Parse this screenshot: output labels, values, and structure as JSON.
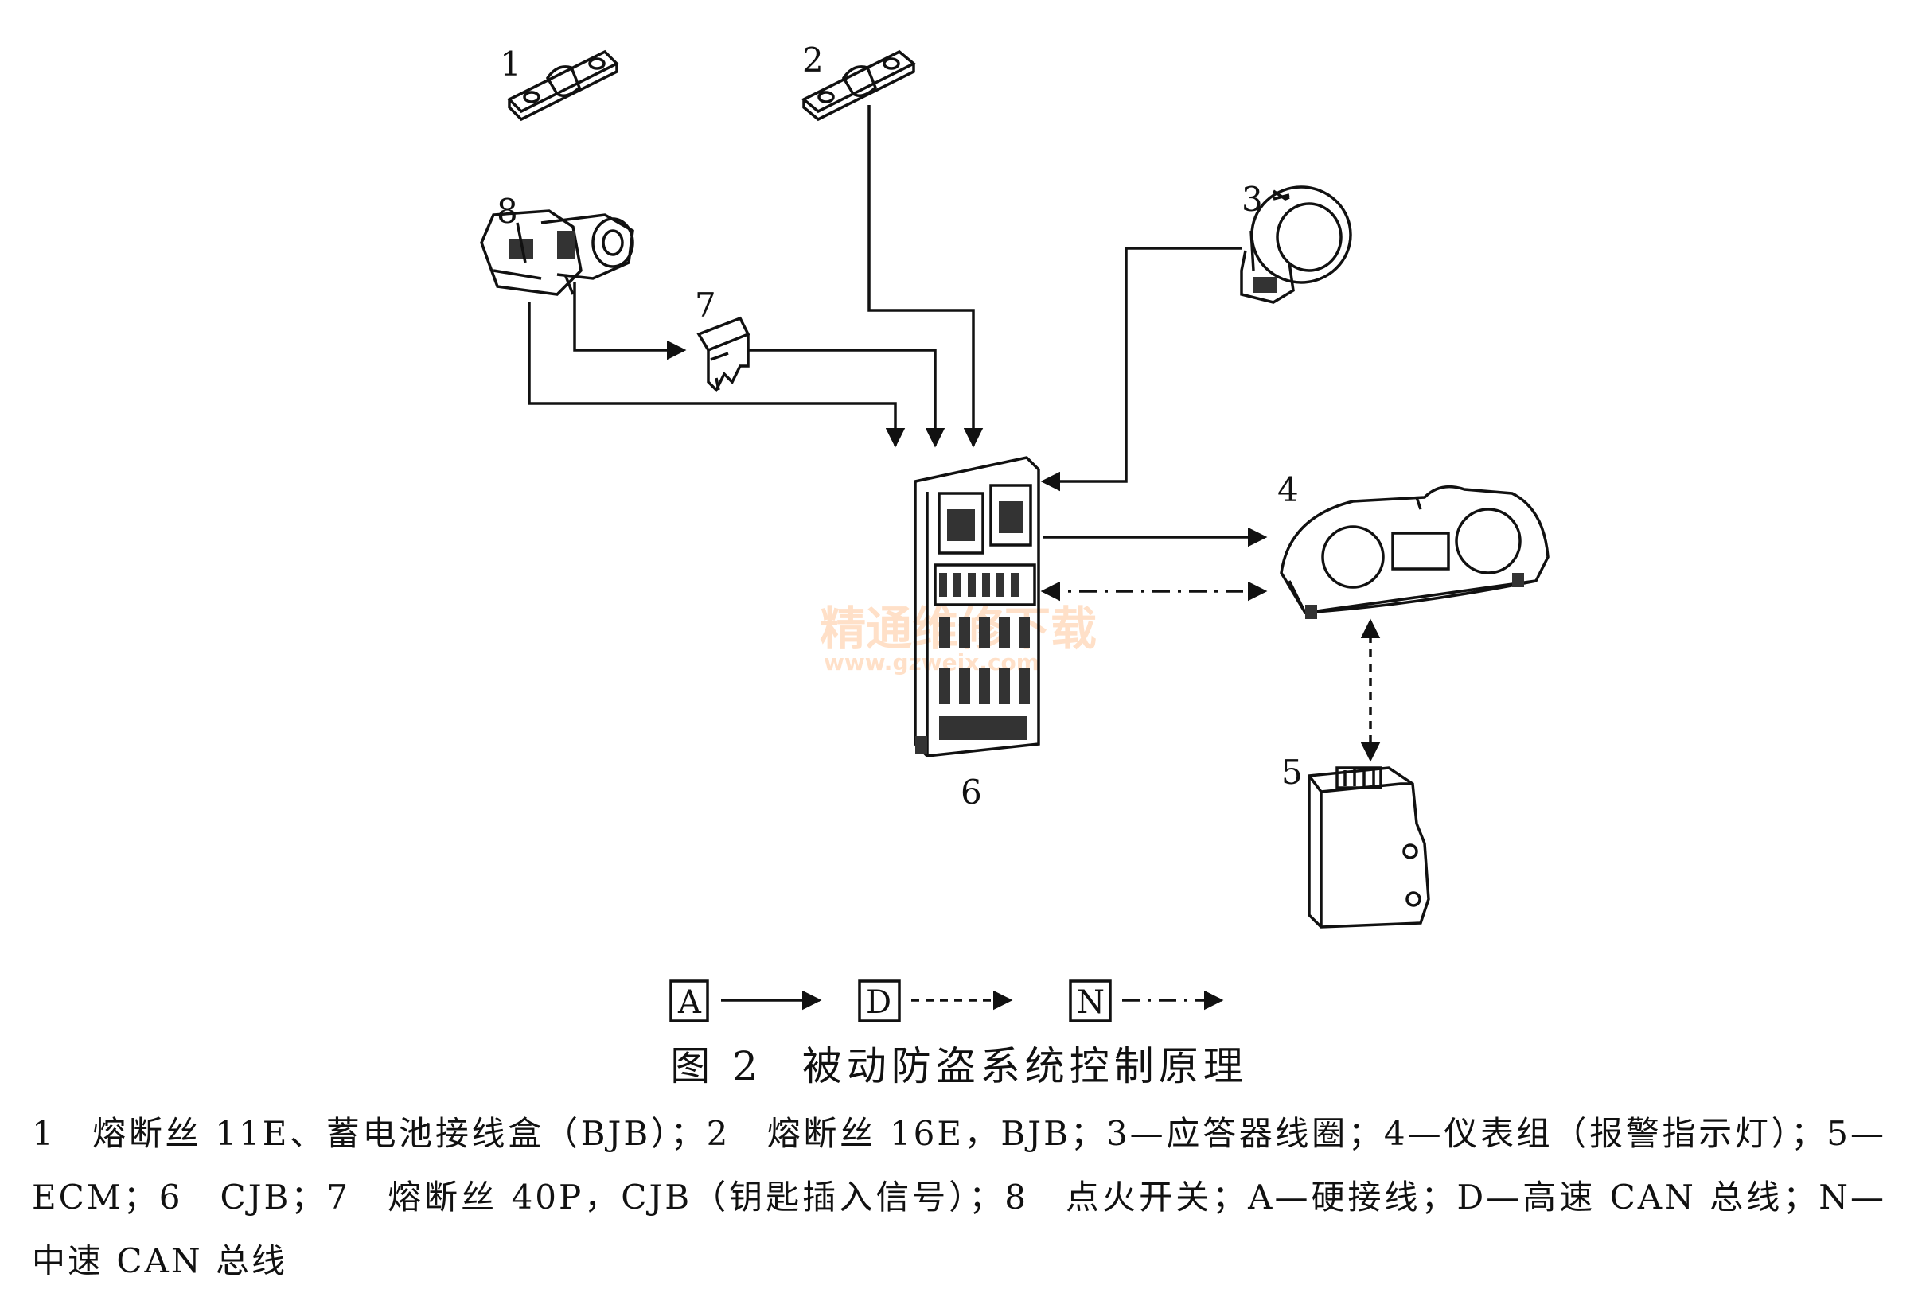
{
  "figure": {
    "caption_number": "图 2",
    "caption_title": "被动防盗系统控制原理",
    "description": "1　熔断丝 11E、蓄电池接线盒（BJB）；2　熔断丝 16E，BJB；3—应答器线圈；4—仪表组（报警指示灯）；5—ECM；6　CJB；7　熔断丝 40P，CJB（钥匙插入信号）；8　点火开关；A—硬接线；D—高速 CAN 总线；N—中速 CAN 总线"
  },
  "components": [
    {
      "id": "1",
      "label": "1"
    },
    {
      "id": "2",
      "label": "2"
    },
    {
      "id": "3",
      "label": "3"
    },
    {
      "id": "4",
      "label": "4"
    },
    {
      "id": "5",
      "label": "5"
    },
    {
      "id": "6",
      "label": "6"
    },
    {
      "id": "7",
      "label": "7"
    },
    {
      "id": "8",
      "label": "8"
    }
  ],
  "legend": [
    {
      "key": "A",
      "line": "solid"
    },
    {
      "key": "D",
      "line": "dashed"
    },
    {
      "key": "N",
      "line": "dash-dot"
    }
  ],
  "watermark": {
    "text": "精通维修下载",
    "url": "www.gzweix.com"
  }
}
